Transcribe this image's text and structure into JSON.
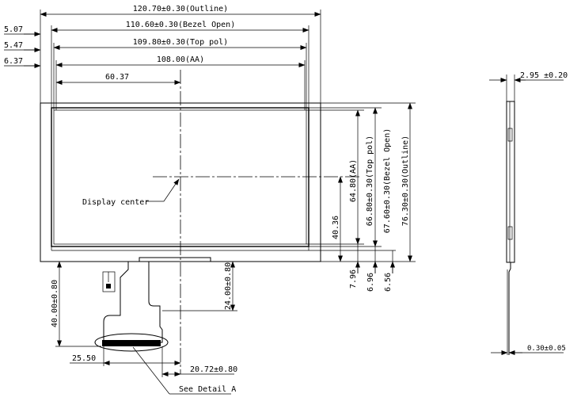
{
  "front_view": {
    "outline_width": "120.70±0.30(Outline)",
    "bezel_width": "110.60±0.30(Bezel Open)",
    "top_pol_width": "109.80±0.30(Top pol)",
    "aa_width": "108.00(AA)",
    "center_x": "60.37",
    "left_offset_1": "5.07",
    "left_offset_2": "5.47",
    "left_offset_3": "6.37",
    "aa_height": "64.80(AA)",
    "top_pol_height": "66.80±0.30(Top pol)",
    "bezel_height": "67.60±0.30(Bezel Open)",
    "outline_height": "76.30±0.30(Outline)",
    "center_y": "40.36",
    "bottom_offset_1": "7.96",
    "bottom_offset_2": "6.96",
    "bottom_offset_3": "6.56",
    "display_center": "Display center",
    "fpc_length": "40.00±0.80",
    "fpc_mid_length": "24.00±0.80",
    "fpc_left": "25.50",
    "fpc_right": "20.72±0.80",
    "see_detail": "See Detail A"
  },
  "side_view": {
    "thickness": "2.95 ±0.20",
    "fpc_thickness": "0.30±0.05"
  }
}
